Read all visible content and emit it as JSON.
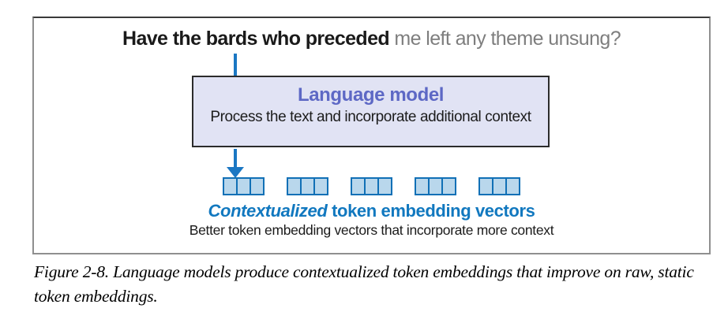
{
  "figure": {
    "input_sentence": {
      "highlighted": "Have the bards who preceded",
      "muted": " me left any theme unsung?"
    },
    "language_model_box": {
      "title": "Language model",
      "subtitle": "Process the text and incorporate additional context"
    },
    "output": {
      "token_vector_groups": 5,
      "cells_per_vector": 3,
      "label_emphasis": "Contextualized",
      "label_rest": " token embedding vectors",
      "sublabel": "Better token embedding vectors that incorporate more context"
    },
    "colors": {
      "model_title": "#5d68c5",
      "model_box_fill": "#e1e3f4",
      "model_box_border": "#2b2b2b",
      "arrow_blue": "#1b77c3",
      "token_fill": "#b9d7ec",
      "token_border": "#1170b6",
      "label_blue": "#1178bf",
      "muted_text": "#7e7e7e"
    }
  },
  "caption": {
    "text": "Figure 2-8. Language models produce contextualized token embeddings that improve on raw, static token embeddings."
  }
}
